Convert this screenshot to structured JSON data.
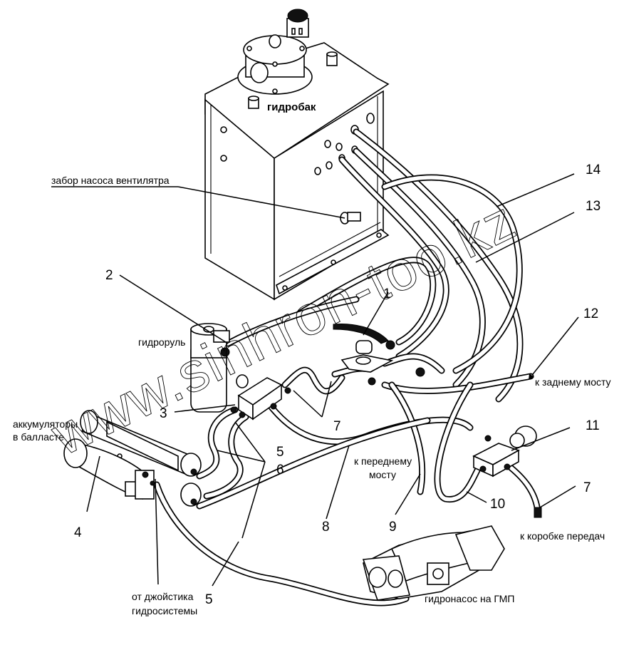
{
  "diagram": {
    "type": "hydraulic-system-schematic",
    "watermark": "www.sinhron-too.kz",
    "component_labels": {
      "tank": "гидробак",
      "fan_pump_intake": "забор насоса вентилятра",
      "steering_unit": "гидроруль",
      "accumulators_line1": "аккумуляторы",
      "accumulators_line2": "в балласте",
      "from_joystick_line1": "от джойстика",
      "from_joystick_line2": "гидросистемы",
      "to_front_axle_line1": "к переднему",
      "to_front_axle_line2": "мосту",
      "to_rear_axle": "к заднему мосту",
      "to_gearbox": "к коробке передач",
      "transmission_pump": "гидронасос на ГМП"
    },
    "callouts": [
      {
        "id": "1",
        "label": "1"
      },
      {
        "id": "2",
        "label": "2"
      },
      {
        "id": "3",
        "label": "3"
      },
      {
        "id": "4",
        "label": "4"
      },
      {
        "id": "5a",
        "label": "5"
      },
      {
        "id": "6",
        "label": "6"
      },
      {
        "id": "5b",
        "label": "5"
      },
      {
        "id": "7a",
        "label": "7"
      },
      {
        "id": "7b",
        "label": "7"
      },
      {
        "id": "8",
        "label": "8"
      },
      {
        "id": "9",
        "label": "9"
      },
      {
        "id": "10",
        "label": "10"
      },
      {
        "id": "11",
        "label": "11"
      },
      {
        "id": "12",
        "label": "12"
      },
      {
        "id": "13",
        "label": "13"
      },
      {
        "id": "14",
        "label": "14"
      }
    ]
  }
}
